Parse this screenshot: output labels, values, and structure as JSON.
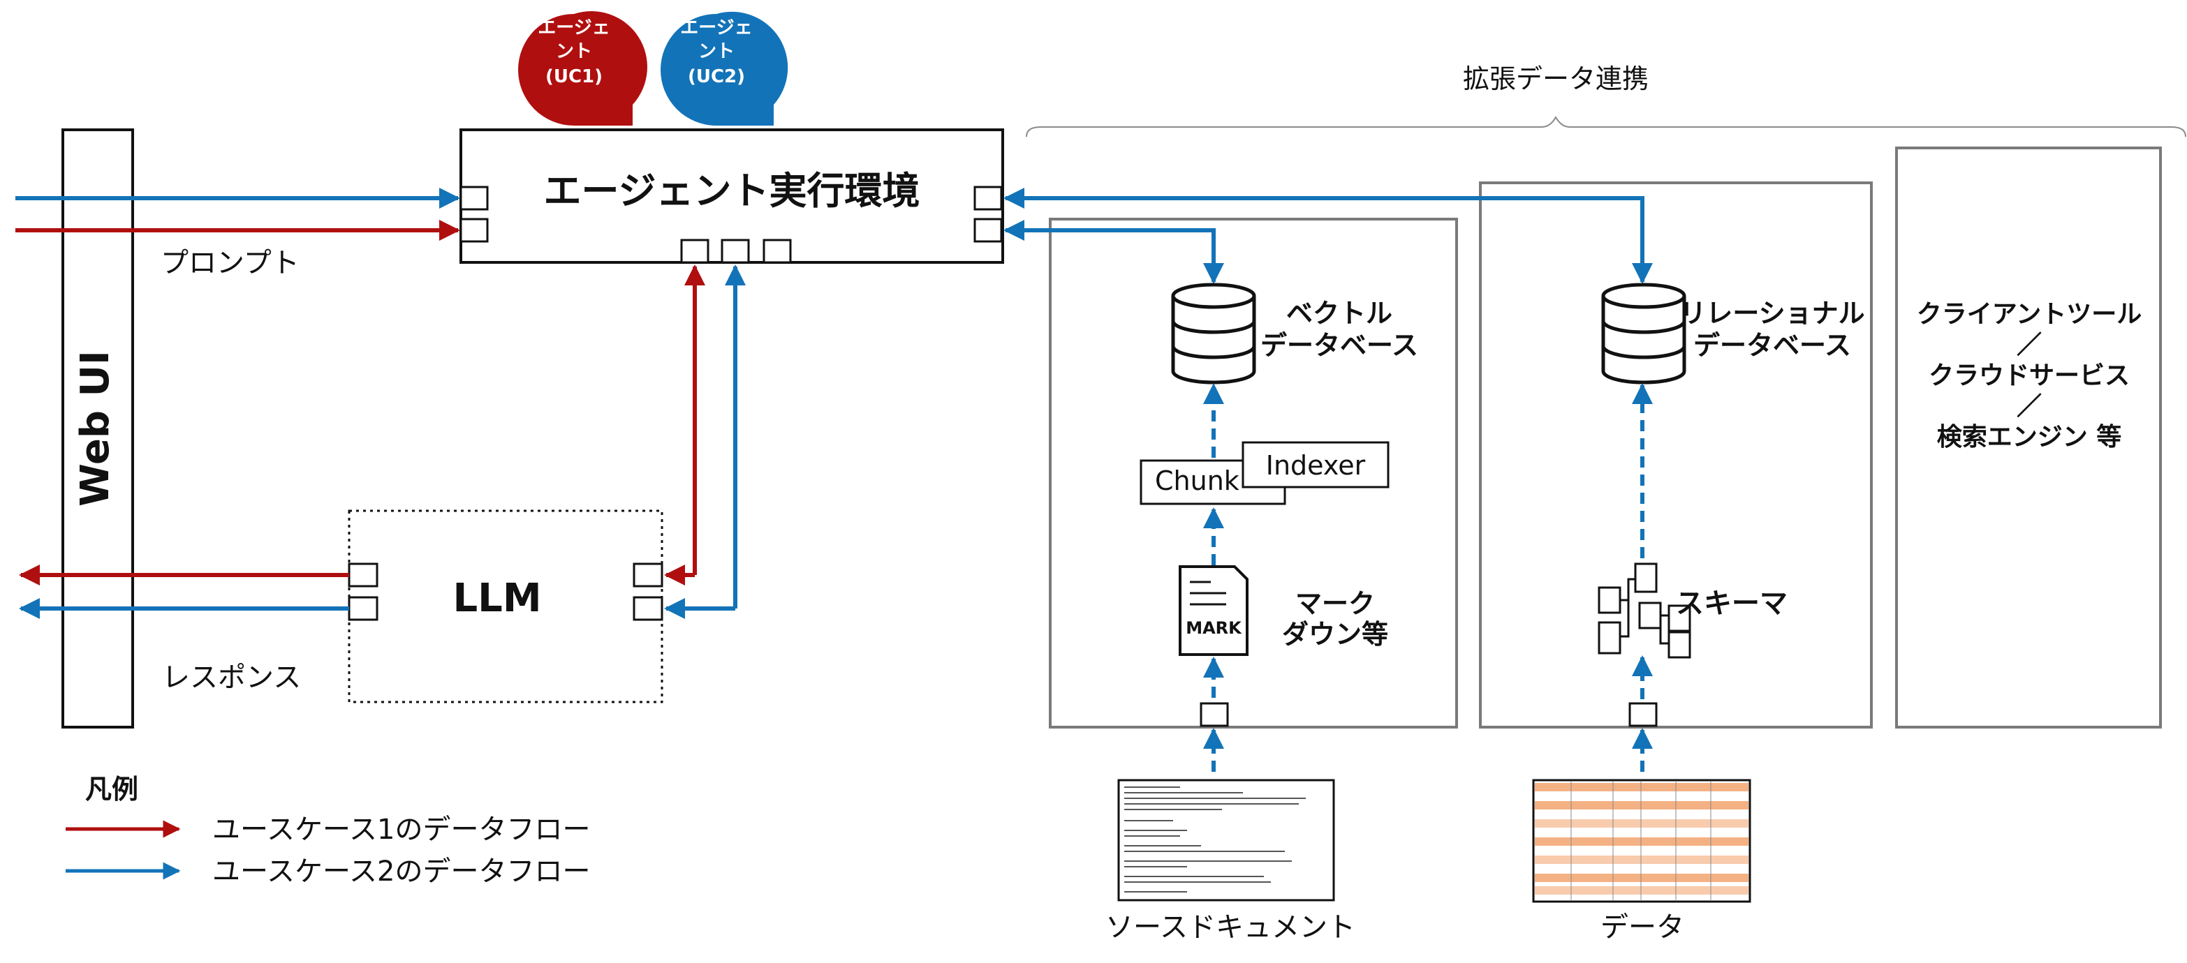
{
  "colors": {
    "red": "#b00f0f",
    "blue": "#1373b8",
    "box_border": "#111111",
    "panel_border": "#7a7a7a"
  },
  "badges": {
    "uc1": {
      "lines": [
        "エージェ",
        "ント",
        "(UC1)"
      ]
    },
    "uc2": {
      "lines": [
        "エージェ",
        "ント",
        "(UC2)"
      ]
    }
  },
  "agent_env": {
    "title": "エージェント実行環境"
  },
  "web_ui": {
    "label": "Web UI"
  },
  "llm": {
    "label": "LLM"
  },
  "prompt_label": "プロンプト",
  "response_label": "レスポンス",
  "extended": {
    "title": "拡張データ連携"
  },
  "vector_db": {
    "lines": [
      "ベクトル",
      "データベース"
    ]
  },
  "chunk_label": "Chunk",
  "indexer_label": "Indexer",
  "markdown": {
    "icon_text": "MARK",
    "lines": [
      "マーク",
      "ダウン等"
    ]
  },
  "source_doc_label": "ソースドキュメント",
  "relational_db": {
    "lines": [
      "リレーショナル",
      "データベース"
    ]
  },
  "schema_label": "スキーマ",
  "data_label": "データ",
  "tools": {
    "lines": [
      "クライアントツール",
      "／",
      "クラウドサービス",
      "／",
      "検索エンジン 等"
    ]
  },
  "legend": {
    "title": "凡例",
    "uc1": "ユースケース1のデータフロー",
    "uc2": "ユースケース2のデータフロー"
  }
}
